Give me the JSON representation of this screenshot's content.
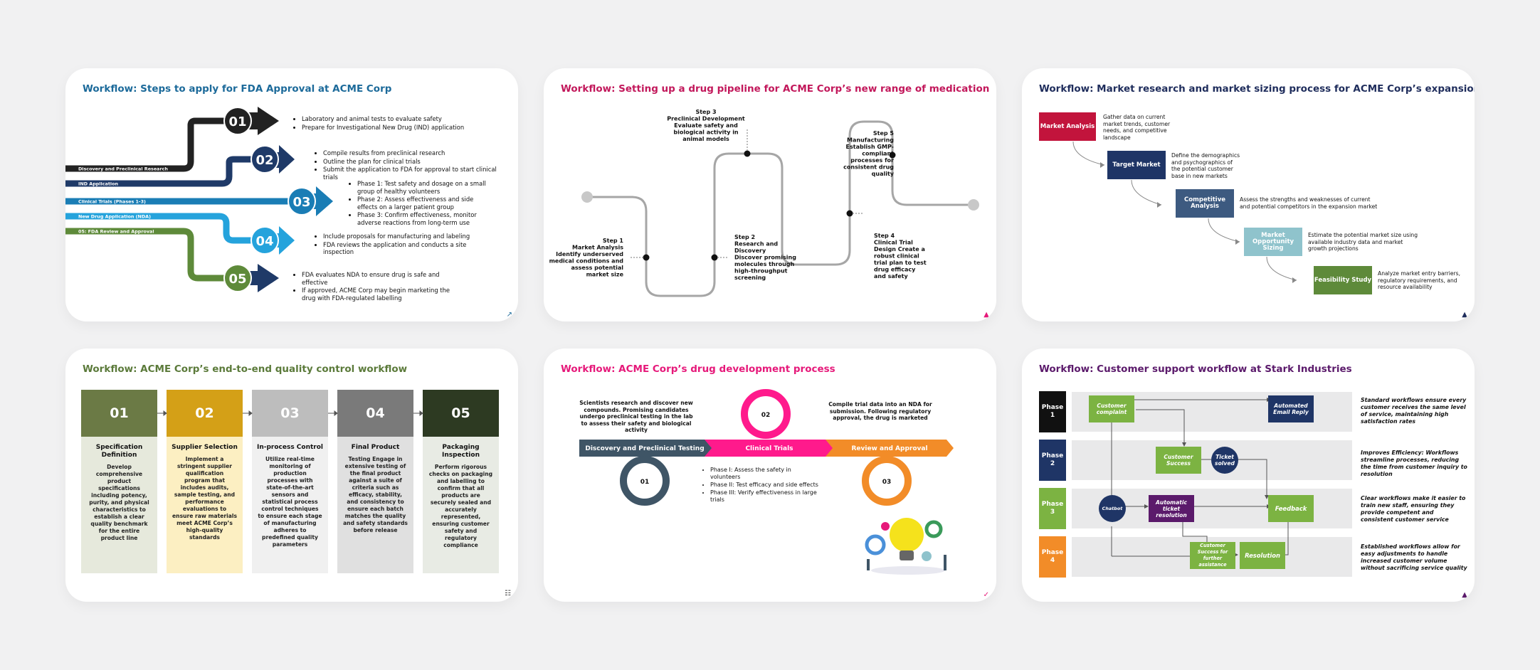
{
  "slides": [
    {
      "title": "Workflow: Steps to apply for FDA Approval at ACME Corp",
      "title_color": "#1c6a9a",
      "labels": [
        "Discovery and Preclinical Research",
        "IND Application",
        "Clinical Trials (Phases 1-3)",
        "New Drug Application (NDA)",
        "05: FDA Review and Approval"
      ],
      "steps": [
        "01",
        "02",
        "03",
        "04",
        "05"
      ],
      "colors": [
        "#222222",
        "#1f3a68",
        "#1a7db5",
        "#25a3dc",
        "#5e8a3a"
      ],
      "bullets": [
        [
          "Laboratory and animal tests to evaluate safety",
          "Prepare for Investigational New Drug (IND) application"
        ],
        [
          "Compile results from preclinical research",
          "Outline the plan for clinical trials",
          "Submit the application to FDA for approval to start clinical trials"
        ],
        [
          "Phase 1: Test safety and dosage on a small group of healthy volunteers",
          "Phase 2: Assess effectiveness and side effects on a larger patient group",
          "Phase 3: Confirm effectiveness, monitor adverse reactions from long-term use"
        ],
        [
          "Include proposals for manufacturing and labeling",
          "FDA reviews the application and conducts a site inspection"
        ],
        [
          "FDA evaluates NDA to ensure drug is safe and effective",
          "If approved, ACME Corp may begin marketing the drug with FDA-regulated labelling"
        ]
      ]
    },
    {
      "title": "Workflow: Setting up a drug pipeline for ACME Corp’s new range of medication",
      "title_color": "#c2185b",
      "steps": [
        {
          "lines": [
            "Step 1",
            "Market Analysis",
            "Identify underserved",
            "medical conditions and",
            "assess potential",
            "market size"
          ]
        },
        {
          "lines": [
            "Step 2",
            "Research and",
            "Discovery",
            "Discover promising",
            "molecules through",
            "high-throughput",
            "screening"
          ]
        },
        {
          "lines": [
            "Step 3",
            "Preclinical Development",
            "Evaluate safety and",
            "biological activity in",
            "animal models"
          ]
        },
        {
          "lines": [
            "Step 4",
            "Clinical Trial",
            "Design Create a",
            "robust clinical",
            "trial plan to test",
            "drug efficacy",
            "and safety"
          ]
        },
        {
          "lines": [
            "Step 5",
            "Manufacturing",
            "Establish GMP-",
            "compliant",
            "processes for",
            "consistent drug",
            "quality"
          ]
        }
      ]
    },
    {
      "title": "Workflow: Market research and market sizing process for ACME Corp’s expansion",
      "title_color": "#1f2d5c",
      "steps": [
        {
          "label": "Market Analysis",
          "color": "#c2143c",
          "desc": "Gather data on current market trends, customer needs, and competitive landscape"
        },
        {
          "label": "Target Market",
          "color": "#1f3566",
          "desc": "Define the demographics and psychographics of the potential customer base in new markets"
        },
        {
          "label": "Competitive Analysis",
          "color": "#3d5a80",
          "desc": "Assess the strengths and weaknesses of current and potential competitors in the expansion market"
        },
        {
          "label": "Market Opportunity Sizing",
          "color": "#8fc3cc",
          "desc": "Estimate the potential market size using available industry data and market growth projections"
        },
        {
          "label": "Feasibility Study",
          "color": "#5e8a3a",
          "desc": "Analyze market entry barriers, regulatory requirements, and resource availability"
        }
      ]
    },
    {
      "title": "Workflow: ACME Corp’s end-to-end quality control workflow",
      "title_color": "#5b7a3a",
      "columns": [
        {
          "num": "01",
          "head": "Specification Definition",
          "body": "Develop comprehensive product specifications including potency, purity, and physical characteristics to establish a clear quality benchmark for the entire product line",
          "color": "#6b7a45",
          "bg": "#e6e9dc"
        },
        {
          "num": "02",
          "head": "Supplier Selection",
          "body": "Implement a stringent supplier qualification program that includes audits, sample testing, and performance evaluations to ensure raw materials meet ACME Corp’s high-quality standards",
          "color": "#d4a017",
          "bg": "#fcefc2"
        },
        {
          "num": "03",
          "head": "In-process Control",
          "body": "Utilize real-time monitoring of production processes with state-of-the-art sensors and statistical process control techniques to ensure each stage of manufacturing adheres to predefined quality parameters",
          "color": "#bdbdbd",
          "bg": "#f0f0f0"
        },
        {
          "num": "04",
          "head": "Final Product",
          "body": "Testing Engage in extensive testing of the final product against a suite of criteria such as efficacy, stability, and consistency to ensure each batch matches the quality and safety standards before release",
          "color": "#7a7a7a",
          "bg": "#e0e0e0"
        },
        {
          "num": "05",
          "head": "Packaging Inspection",
          "body": "Perform rigorous checks on packaging and labelling to confirm that all products are securely sealed and accurately represented, ensuring customer safety and regulatory compliance",
          "color": "#2d3a22",
          "bg": "#e8ebe4"
        }
      ]
    },
    {
      "title": "Workflow: ACME Corp’s drug development process",
      "title_color": "#e6197a",
      "stages": [
        {
          "num": "01",
          "label": "Discovery and Preclinical Testing",
          "color": "#3f5566",
          "text": "Scientists research and discover new compounds. Promising candidates undergo preclinical testing in the lab to assess their safety and biological activity"
        },
        {
          "num": "02",
          "label": "Clinical Trials",
          "color": "#ff1a8c",
          "bullets": [
            "Phase I: Assess the safety in volunteers",
            "Phase II: Test efficacy and side effects",
            "Phase III: Verify effectiveness in large trials"
          ]
        },
        {
          "num": "03",
          "label": "Review and Approval",
          "color": "#f28c28",
          "text": "Compile trial data into an NDA for submission. Following regulatory approval, the drug is marketed"
        }
      ]
    },
    {
      "title": "Workflow: Customer support workflow at Stark Industries",
      "title_color": "#5b1a6b",
      "phases": [
        {
          "label": "Phase 1",
          "color": "#111111"
        },
        {
          "label": "Phase 2",
          "color": "#1f3566"
        },
        {
          "label": "Phase 3",
          "color": "#7cb342"
        },
        {
          "label": "Phase 4",
          "color": "#f28c28"
        }
      ],
      "boxes": {
        "customer_complaint": "Customer complaint",
        "automated_email": "Automated Email Reply",
        "customer_success": "Customer Success",
        "ticket_solved": "Ticket solved",
        "chatbot": "Chatbot",
        "automatic_ticket": "Automatic ticket resolution",
        "feedback": "Feedback",
        "customer_success_further": "Customer Success for further assistance",
        "resolution": "Resolution"
      },
      "notes": [
        "Standard workflows ensure every customer receives the same level of service, maintaining high satisfaction rates",
        "Improves Efficiency: Workflows streamline processes, reducing the time from customer inquiry to resolution",
        "Clear workflows make it easier to train new staff, ensuring they provide competent and consistent customer service",
        "Established workflows allow for easy adjustments to handle increased customer volume without sacrificing service quality"
      ]
    }
  ]
}
